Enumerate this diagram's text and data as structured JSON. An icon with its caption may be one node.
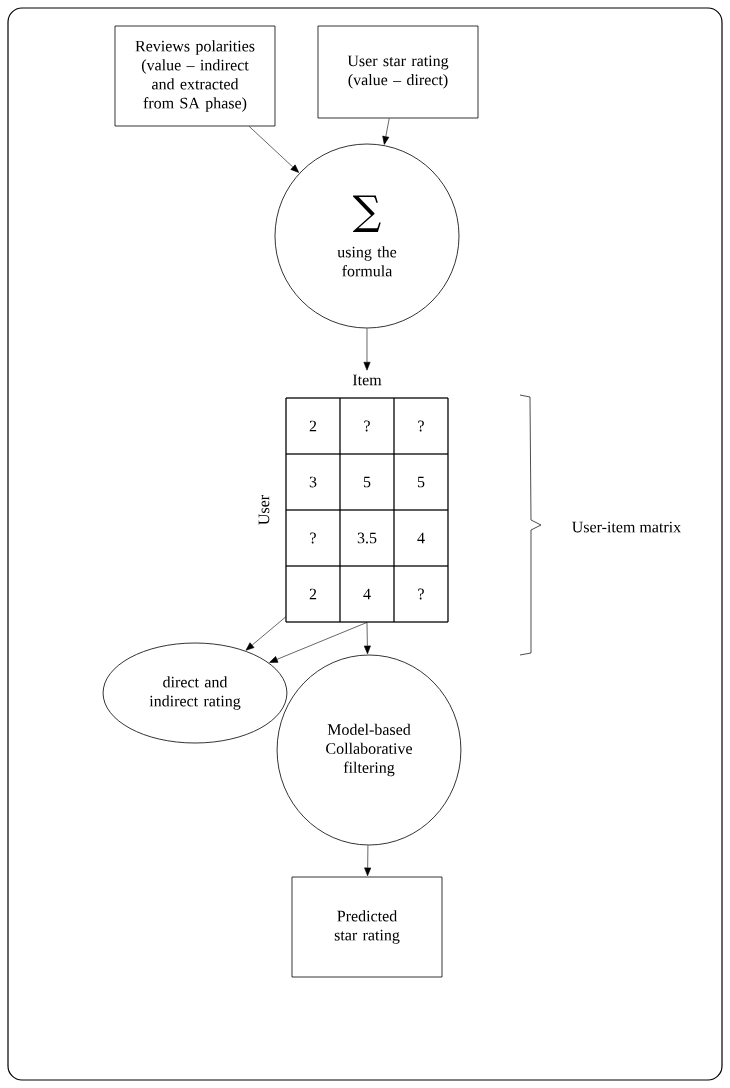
{
  "diagram": {
    "nodes": [
      {
        "text": [
          "Reviews polarities (value – indirect and extracted from SA phase)"
        ]
      },
      {
        "text": [
          "User star rating (value – direct)"
        ]
      },
      {
        "text": [
          "∑",
          "using the formula"
        ]
      },
      {
        "text": [
          "Item",
          "User"
        ]
      },
      {
        "text": [
          "2"
        ],
        "in": 3
      },
      {
        "text": [
          "?"
        ],
        "in": 3
      },
      {
        "text": [
          "?"
        ],
        "in": 3
      },
      {
        "text": [
          "3"
        ],
        "in": 3
      },
      {
        "text": [
          "5"
        ],
        "in": 3
      },
      {
        "text": [
          "5"
        ],
        "in": 3
      },
      {
        "text": [
          "?"
        ],
        "in": 3
      },
      {
        "text": [
          "3.5"
        ],
        "in": 3
      },
      {
        "text": [
          "4"
        ],
        "in": 3
      },
      {
        "text": [
          "2"
        ],
        "in": 3
      },
      {
        "text": [
          "4"
        ],
        "in": 3
      },
      {
        "text": [
          "?"
        ],
        "in": 3
      },
      {
        "text": [
          "direct and indirect rating"
        ]
      },
      {
        "text": [
          "Model-based Collaborative filtering"
        ]
      },
      {
        "text": [
          "Predicted star rating"
        ]
      }
    ],
    "edges": [
      {
        "from": 0,
        "to": 2,
        "arrow": "to"
      },
      {
        "from": 1,
        "to": 2,
        "arrow": "to"
      },
      {
        "from": 2,
        "to": 3,
        "arrow": "to"
      },
      {
        "from": 13,
        "to": 16,
        "arrow": "to"
      },
      {
        "from": 14,
        "to": 16,
        "arrow": "to"
      },
      {
        "from": 3,
        "to": 17,
        "arrow": "to"
      },
      {
        "from": 17,
        "to": 18,
        "arrow": "to"
      }
    ],
    "labels": [
      "User-item matrix"
    ]
  }
}
